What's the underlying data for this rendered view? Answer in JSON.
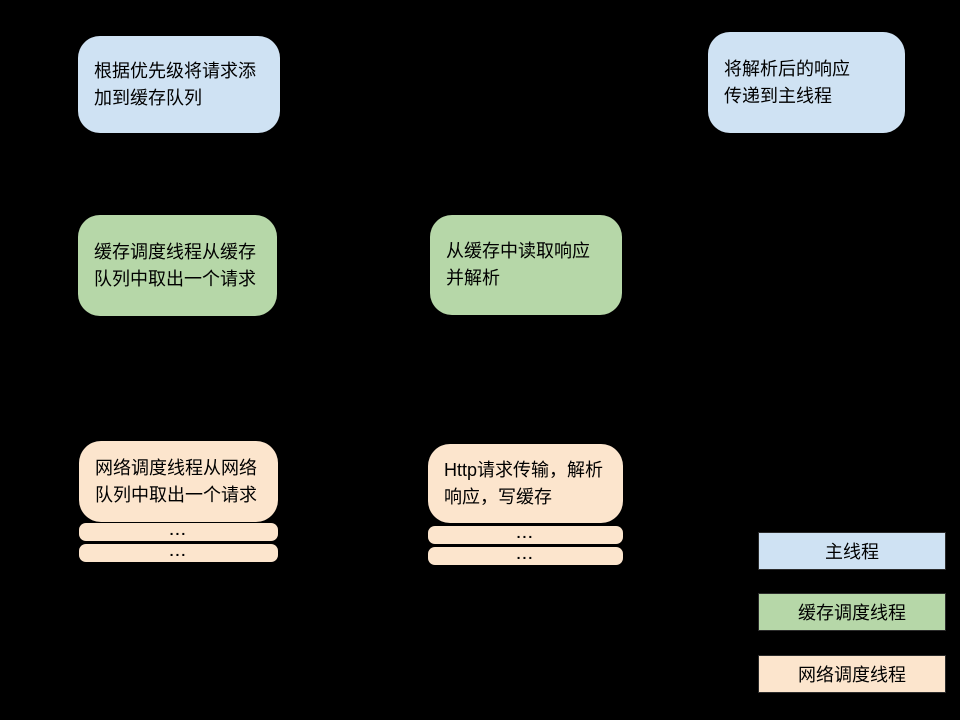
{
  "diagram": {
    "background": "#000000",
    "colors": {
      "main_thread_fill": "#cfe2f3",
      "cache_thread_fill": "#b6d7a8",
      "network_thread_fill": "#fce5cd",
      "text": "#000000",
      "legend_border": "#2b2b2b"
    },
    "nodes": {
      "add_to_cache_queue": {
        "thread": "main",
        "text": "根据优先级将请求添\n加到缓存队列"
      },
      "deliver_to_main": {
        "thread": "main",
        "text": "将解析后的响应\n传递到主线程"
      },
      "cache_dequeue": {
        "thread": "cache",
        "text": "缓存调度线程从缓存\n队列中取出一个请求"
      },
      "read_cache_parse": {
        "thread": "cache",
        "text": "从缓存中读取响应\n并解析"
      },
      "network_dequeue": {
        "thread": "network",
        "text": "网络调度线程从网络\n队列中取出一个请求"
      },
      "http_transfer": {
        "thread": "network",
        "text": "Http请求传输，解析\n响应，写缓存"
      }
    },
    "queue_bar_ellipsis": "...",
    "legend": {
      "main": {
        "label": "主线程"
      },
      "cache": {
        "label": "缓存调度线程"
      },
      "network": {
        "label": "网络调度线程"
      }
    }
  }
}
